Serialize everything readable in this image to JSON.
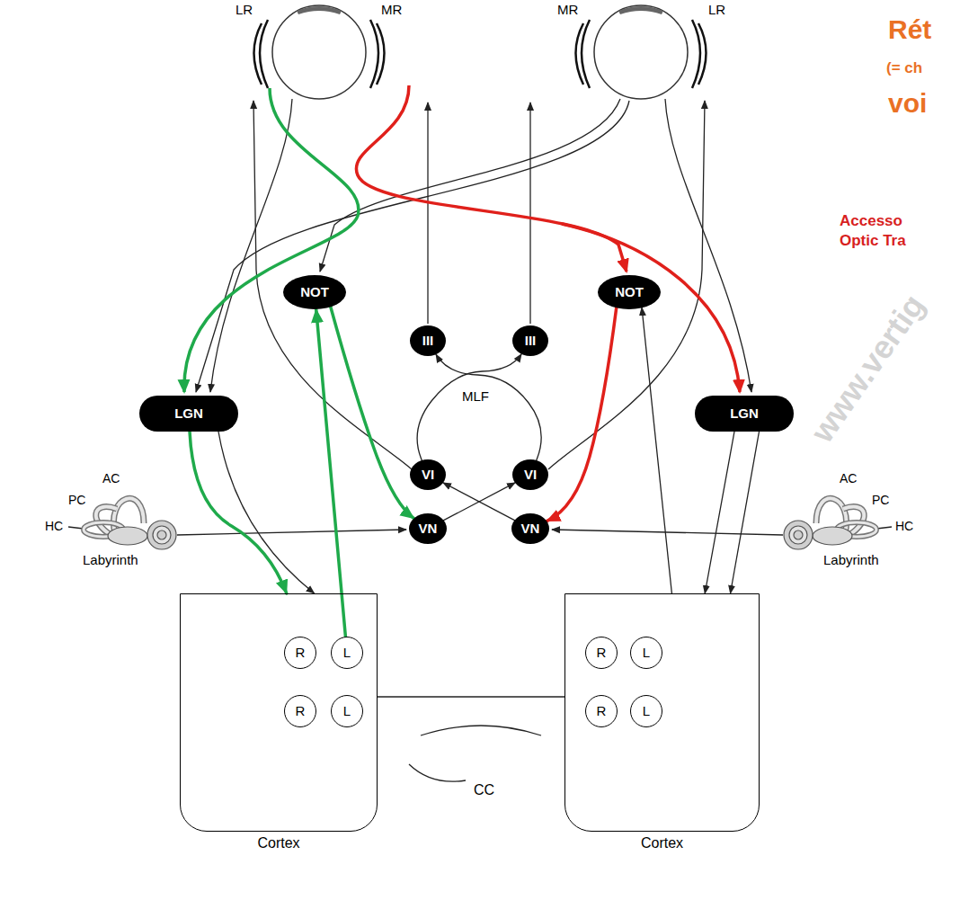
{
  "diagram": {
    "nodes": [
      {
        "text": [
          "NOT"
        ]
      },
      {
        "text": [
          "NOT"
        ]
      },
      {
        "text": [
          "III"
        ]
      },
      {
        "text": [
          "III"
        ]
      },
      {
        "text": [
          "LGN"
        ]
      },
      {
        "text": [
          "LGN"
        ]
      },
      {
        "text": [
          "VI"
        ]
      },
      {
        "text": [
          "VI"
        ]
      },
      {
        "text": [
          "VN"
        ]
      },
      {
        "text": [
          "VN"
        ]
      },
      {
        "text": [
          "Cortex"
        ]
      },
      {
        "text": [
          "R"
        ],
        "in": 10
      },
      {
        "text": [
          "L"
        ],
        "in": 10
      },
      {
        "text": [
          "R"
        ],
        "in": 10
      },
      {
        "text": [
          "L"
        ],
        "in": 10
      },
      {
        "text": [
          "Cortex"
        ]
      },
      {
        "text": [
          "R"
        ],
        "in": 15
      },
      {
        "text": [
          "L"
        ],
        "in": 15
      },
      {
        "text": [
          "R"
        ],
        "in": 15
      },
      {
        "text": [
          "L"
        ],
        "in": 15
      }
    ],
    "edges": [
      {
        "from": 4,
        "to": 10,
        "arrow": "to"
      },
      {
        "from": 4,
        "to": 10,
        "arrow": "to"
      },
      {
        "from": 12,
        "to": 0,
        "arrow": "to"
      },
      {
        "from": 0,
        "to": 8,
        "arrow": "to"
      },
      {
        "from": 1,
        "to": 9,
        "arrow": "to"
      },
      {
        "from": 5,
        "to": 15,
        "arrow": "to"
      },
      {
        "from": 5,
        "to": 15,
        "arrow": "to"
      },
      {
        "from": 15,
        "to": 1,
        "arrow": "to"
      },
      {
        "from": 6,
        "to": 3,
        "arrow": "to"
      },
      {
        "from": 7,
        "to": 2,
        "arrow": "to"
      },
      {
        "from": 8,
        "to": 7,
        "arrow": "to"
      },
      {
        "from": 9,
        "to": 6,
        "arrow": "to"
      }
    ],
    "labels": [
      "Rét",
      "(= ch",
      "voi",
      "Accesso",
      "Optic Tra",
      "LR",
      "MR",
      "MR",
      "LR",
      "MLF",
      "AC",
      "PC",
      "HC",
      "Labyrinth",
      "AC",
      "PC",
      "HC",
      "Labyrinth",
      "CC",
      "www.vertig"
    ]
  }
}
